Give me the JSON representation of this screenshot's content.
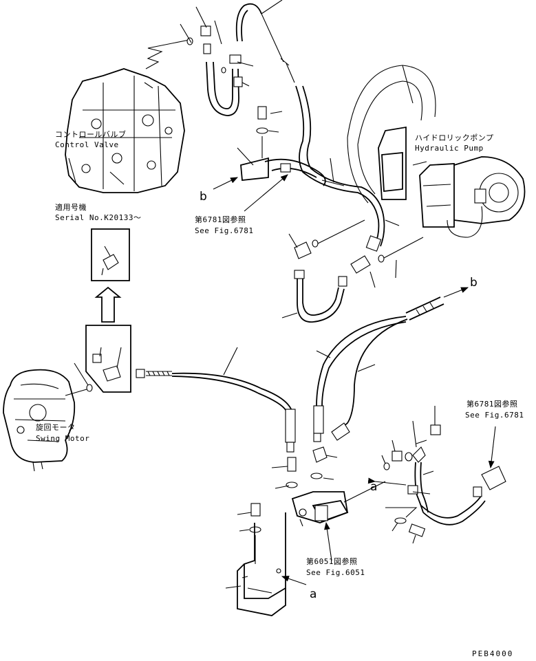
{
  "labels": {
    "control_valve_jp": "コントロールバルブ",
    "control_valve_en": "Control Valve",
    "hydraulic_pump_jp": "ハイドロリックポンプ",
    "hydraulic_pump_en": "Hydraulic Pump",
    "serial_jp": "適用号機",
    "serial_en": "Serial No.K20133～",
    "swing_motor_jp": "旋回モータ",
    "swing_motor_en": "Swing Motor",
    "ref1_jp": "第6781図参照",
    "ref1_en": "See Fig.6781",
    "ref2_jp": "第6781図参照",
    "ref2_en": "See Fig.6781",
    "ref3_jp": "第6051図参照",
    "ref3_en": "See Fig.6051",
    "marker_b1": "b",
    "marker_b2": "b",
    "marker_a1": "a",
    "marker_a2": "a",
    "drawing_code": "PEB4000"
  }
}
